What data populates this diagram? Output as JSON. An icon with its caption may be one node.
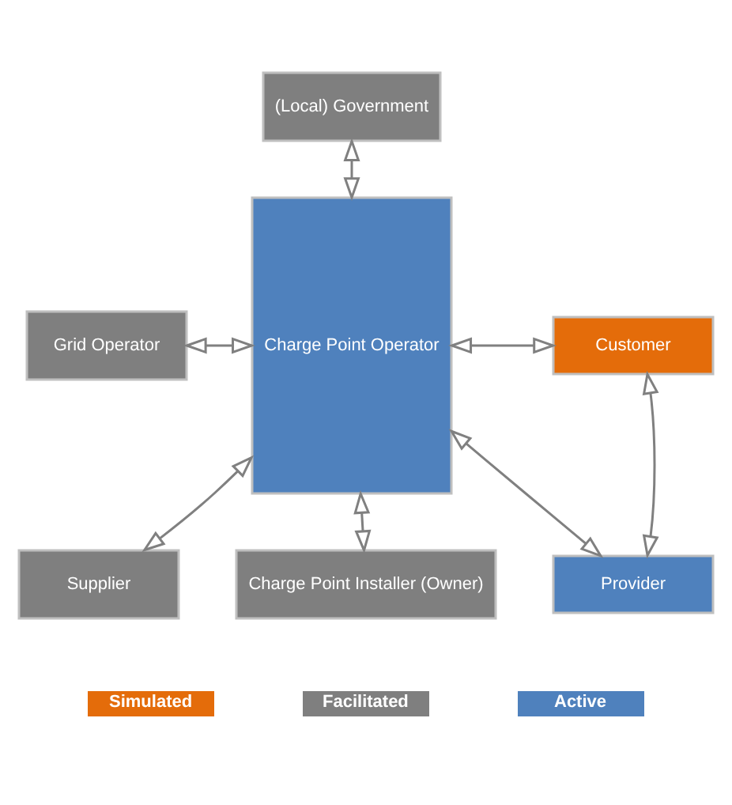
{
  "diagram": {
    "nodes": [
      {
        "text": [
          "(Local) Government"
        ]
      },
      {
        "text": [
          "Customer"
        ]
      },
      {
        "text": [
          "Grid Operator"
        ]
      },
      {
        "text": [
          "Charge Point Operator"
        ]
      },
      {
        "text": [
          "Supplier"
        ]
      },
      {
        "text": [
          "Provider"
        ]
      },
      {
        "text": [
          "Charge Point Installer (Owner)"
        ]
      }
    ],
    "edges": [
      {
        "from": 3,
        "to": 0,
        "arrow": "both"
      },
      {
        "from": 3,
        "to": 1,
        "arrow": "both"
      },
      {
        "from": 2,
        "to": 3,
        "arrow": "both"
      },
      {
        "from": 4,
        "to": 3,
        "arrow": "both"
      },
      {
        "from": 1,
        "to": 5,
        "arrow": "both"
      },
      {
        "from": 3,
        "to": 5,
        "arrow": "both"
      },
      {
        "from": 3,
        "to": 6,
        "arrow": "both"
      }
    ],
    "legend": [
      {
        "text": "Simulated",
        "color": "#e46c0a"
      },
      {
        "text": "Facilitated",
        "color": "#7f7f7f"
      },
      {
        "text": "Active",
        "color": "#4f81bd"
      }
    ]
  }
}
